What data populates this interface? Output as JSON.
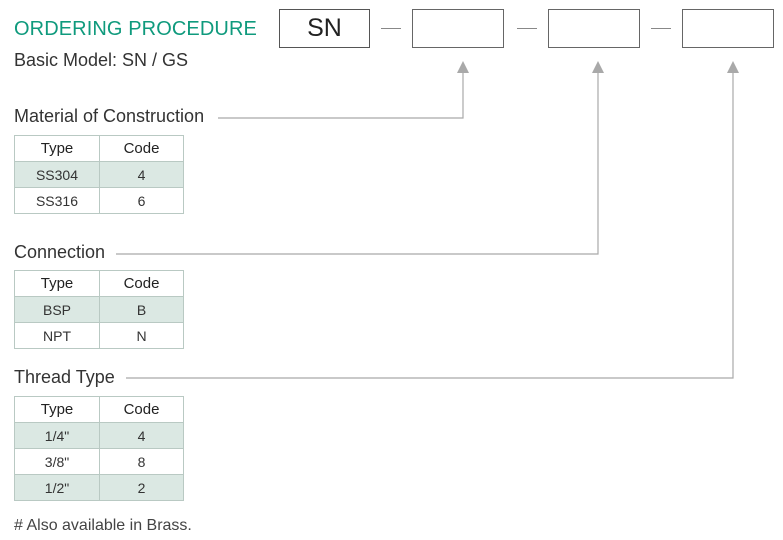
{
  "header": {
    "title": "ORDERING PROCEDURE",
    "subtitle": "Basic Model: SN / GS",
    "model_code": "SN"
  },
  "sections": [
    {
      "label": "Material of Construction",
      "columns": [
        "Type",
        "Code"
      ],
      "rows": [
        {
          "type": "SS304",
          "code": "4"
        },
        {
          "type": "SS316",
          "code": "6"
        }
      ]
    },
    {
      "label": "Connection",
      "columns": [
        "Type",
        "Code"
      ],
      "rows": [
        {
          "type": "BSP",
          "code": "B"
        },
        {
          "type": "NPT",
          "code": "N"
        }
      ]
    },
    {
      "label": "Thread Type",
      "columns": [
        "Type",
        "Code"
      ],
      "rows": [
        {
          "type": "1/4\"",
          "code": "4"
        },
        {
          "type": "3/8\"",
          "code": "8"
        },
        {
          "type": "1/2\"",
          "code": "2"
        }
      ]
    }
  ],
  "footnote": "# Also available in Brass.",
  "colors": {
    "title": "#0f9a7d",
    "row_shade": "#dbe8e3",
    "border": "#b9c9c3",
    "connector": "#a9a9a9"
  }
}
